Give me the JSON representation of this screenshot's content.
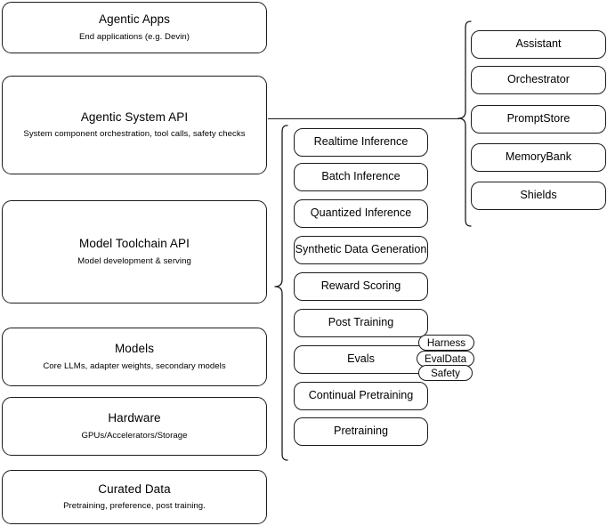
{
  "diagram": {
    "title": "Agentic stack layered architecture diagram",
    "background": "#ffffff",
    "stroke_color": "#1a1a1a",
    "text_color": "#000000"
  },
  "layers": [
    {
      "id": "agentic-apps",
      "title": "Agentic Apps",
      "subtitle": "End applications (e.g. Devin)"
    },
    {
      "id": "agentic-system-api",
      "title": "Agentic System API",
      "subtitle": "System component orchestration, tool calls, safety checks"
    },
    {
      "id": "model-toolchain-api",
      "title": "Model Toolchain API",
      "subtitle": "Model development & serving"
    },
    {
      "id": "models",
      "title": "Models",
      "subtitle": "Core LLMs, adapter weights, secondary models"
    },
    {
      "id": "hardware",
      "title": "Hardware",
      "subtitle": "GPUs/Accelerators/Storage"
    },
    {
      "id": "curated-data",
      "title": "Curated Data",
      "subtitle": "Pretraining, preference, post training."
    }
  ],
  "toolchain_capabilities": [
    {
      "id": "realtime-inference",
      "label": "Realtime Inference"
    },
    {
      "id": "batch-inference",
      "label": "Batch Inference"
    },
    {
      "id": "quantized-inference",
      "label": "Quantized Inference"
    },
    {
      "id": "synthetic-data-generation",
      "label": "Synthetic Data Generation"
    },
    {
      "id": "reward-scoring",
      "label": "Reward Scoring"
    },
    {
      "id": "post-training",
      "label": "Post Training"
    },
    {
      "id": "evals",
      "label": "Evals"
    },
    {
      "id": "continual-pretraining",
      "label": "Continual Pretraining"
    },
    {
      "id": "pretraining",
      "label": "Pretraining"
    }
  ],
  "evals_pills": [
    {
      "id": "harness",
      "label": "Harness"
    },
    {
      "id": "evaldata",
      "label": "EvalData"
    },
    {
      "id": "safety",
      "label": "Safety"
    }
  ],
  "system_components": [
    {
      "id": "assistant",
      "label": "Assistant"
    },
    {
      "id": "orchestrator",
      "label": "Orchestrator"
    },
    {
      "id": "promptstore",
      "label": "PromptStore"
    },
    {
      "id": "memorybank",
      "label": "MemoryBank"
    },
    {
      "id": "shields",
      "label": "Shields"
    }
  ]
}
